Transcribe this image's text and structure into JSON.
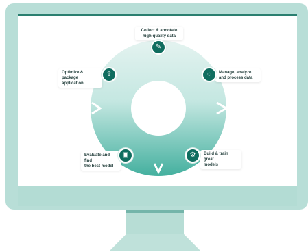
{
  "steps": [
    {
      "label": "Collect & annotate\nhigh-quality data",
      "icon": "tag-icon"
    },
    {
      "label": "Manage, analyze\nand process data",
      "icon": "data-icon"
    },
    {
      "label": "Build & train great\nmodels",
      "icon": "model-icon"
    },
    {
      "label": "Evaluate and find\nthe best model",
      "icon": "evaluate-icon"
    },
    {
      "label": "Optimize & package\napplication",
      "icon": "package-icon"
    }
  ],
  "colors": {
    "monitor": "#b8ded7",
    "accent": "#0f6d5f",
    "ring_light": "#dff1ee",
    "ring_dark": "#58b7a7"
  }
}
